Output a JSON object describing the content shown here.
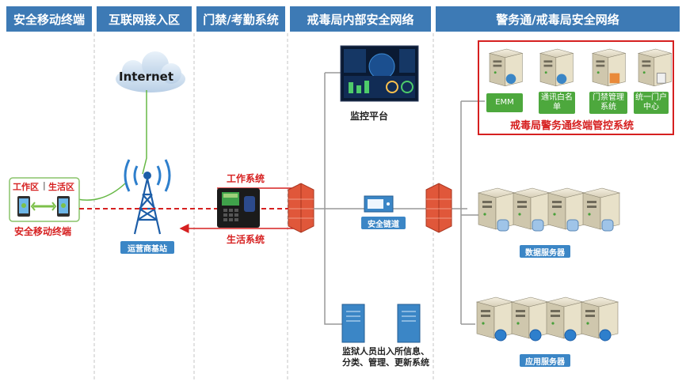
{
  "columns": [
    {
      "label": "安全移动终端"
    },
    {
      "label": "互联网接入区"
    },
    {
      "label": "门禁/考勤系统"
    },
    {
      "label": "戒毒局内部安全网络"
    },
    {
      "label": "警务通/戒毒局安全网络"
    }
  ],
  "mobile": {
    "work_zone": "工作区",
    "separator": "|",
    "life_zone": "生活区",
    "caption": "安全移动终端"
  },
  "internet": {
    "label": "Internet"
  },
  "base_station": {
    "label": "运营商基站"
  },
  "access": {
    "work_system": "工作系统",
    "life_system": "生活系统"
  },
  "monitor": {
    "label": "监控平台"
  },
  "gateway": {
    "label": "安全链道"
  },
  "prison_system": {
    "label": "监狱人员出入所信息、分类、管理、更新系统"
  },
  "mdm": {
    "badges": [
      "EMM",
      "通讯白名单",
      "门禁管理系统",
      "统一门户中心"
    ],
    "title": "戒毒局警务通终端管控系统"
  },
  "data_servers": {
    "label": "数据服务器"
  },
  "app_servers": {
    "label": "应用服务器"
  },
  "colors": {
    "header": "#3d7ab5",
    "accent_red": "#d62020",
    "badge_green": "#4da83d",
    "tag_blue": "#3b86c6",
    "firewall": "#e0573a"
  }
}
